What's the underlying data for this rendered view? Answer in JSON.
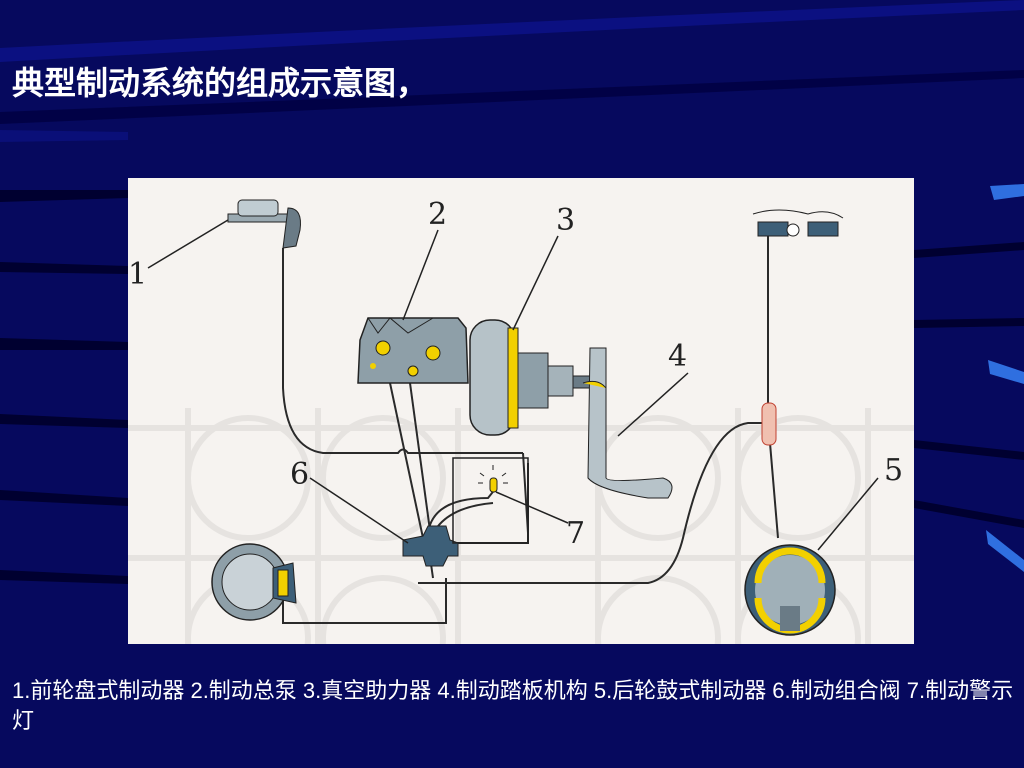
{
  "slide": {
    "title": "典型制动系统的组成示意图，",
    "caption": "1.前轮盘式制动器 2.制动总泵 3.真空助力器 4.制动踏板机构 5.后轮鼓式制动器 6.制动组合阀 7.制动警示灯"
  },
  "diagram": {
    "labels": [
      "1",
      "2",
      "3",
      "4",
      "5",
      "6",
      "7"
    ]
  },
  "colors": {
    "background": "#06095e",
    "panel": "#f6f3f0",
    "accent_yellow": "#f2d000",
    "part_gray": "#8e9fa8",
    "valve_blue": "#3d5f78"
  }
}
